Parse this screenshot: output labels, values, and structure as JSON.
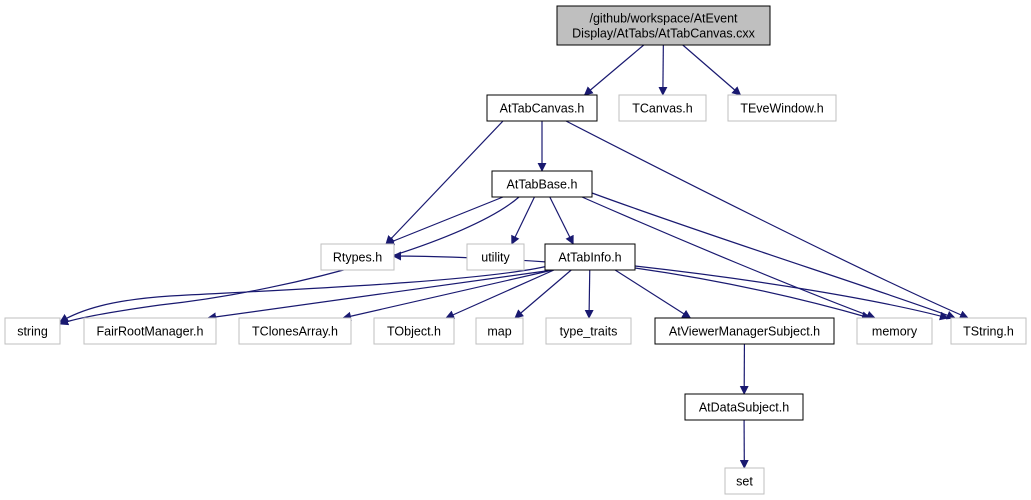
{
  "colors": {
    "edge": "#191970",
    "root_fill": "#bfbfbf",
    "local_border": "#000000",
    "external_border": "#bfbfbf",
    "text": "#000000"
  },
  "nodes": {
    "root": {
      "lines": [
        "/github/workspace/AtEvent",
        "Display/AtTabs/AtTabCanvas.cxx"
      ],
      "kind": "root"
    },
    "attabcanvas_h": {
      "lines": [
        "AtTabCanvas.h"
      ],
      "kind": "local"
    },
    "tcanvas_h": {
      "lines": [
        "TCanvas.h"
      ],
      "kind": "external"
    },
    "tevewindow_h": {
      "lines": [
        "TEveWindow.h"
      ],
      "kind": "external"
    },
    "attabbase_h": {
      "lines": [
        "AtTabBase.h"
      ],
      "kind": "local"
    },
    "rtypes_h": {
      "lines": [
        "Rtypes.h"
      ],
      "kind": "external"
    },
    "utility": {
      "lines": [
        "utility"
      ],
      "kind": "external"
    },
    "attabinfo_h": {
      "lines": [
        "AtTabInfo.h"
      ],
      "kind": "local"
    },
    "string": {
      "lines": [
        "string"
      ],
      "kind": "external"
    },
    "fairrootmanager_h": {
      "lines": [
        "FairRootManager.h"
      ],
      "kind": "external"
    },
    "tclonesarray_h": {
      "lines": [
        "TClonesArray.h"
      ],
      "kind": "external"
    },
    "tobject_h": {
      "lines": [
        "TObject.h"
      ],
      "kind": "external"
    },
    "map": {
      "lines": [
        "map"
      ],
      "kind": "external"
    },
    "type_traits": {
      "lines": [
        "type_traits"
      ],
      "kind": "external"
    },
    "atviewermanagersubject_h": {
      "lines": [
        "AtViewerManagerSubject.h"
      ],
      "kind": "local"
    },
    "memory": {
      "lines": [
        "memory"
      ],
      "kind": "external"
    },
    "tstring_h": {
      "lines": [
        "TString.h"
      ],
      "kind": "external"
    },
    "atdatasubject_h": {
      "lines": [
        "AtDataSubject.h"
      ],
      "kind": "local"
    },
    "set": {
      "lines": [
        "set"
      ],
      "kind": "external"
    }
  },
  "edges": [
    [
      "root",
      "attabcanvas_h"
    ],
    [
      "root",
      "tcanvas_h"
    ],
    [
      "root",
      "tevewindow_h"
    ],
    [
      "attabcanvas_h",
      "attabbase_h"
    ],
    [
      "attabcanvas_h",
      "rtypes_h"
    ],
    [
      "attabcanvas_h",
      "tstring_h"
    ],
    [
      "attabbase_h",
      "rtypes_h"
    ],
    [
      "attabbase_h",
      "utility"
    ],
    [
      "attabbase_h",
      "attabinfo_h"
    ],
    [
      "attabbase_h",
      "string"
    ],
    [
      "attabbase_h",
      "memory"
    ],
    [
      "attabbase_h",
      "tstring_h"
    ],
    [
      "attabinfo_h",
      "rtypes_h"
    ],
    [
      "attabinfo_h",
      "string"
    ],
    [
      "attabinfo_h",
      "fairrootmanager_h"
    ],
    [
      "attabinfo_h",
      "tclonesarray_h"
    ],
    [
      "attabinfo_h",
      "tobject_h"
    ],
    [
      "attabinfo_h",
      "map"
    ],
    [
      "attabinfo_h",
      "type_traits"
    ],
    [
      "attabinfo_h",
      "atviewermanagersubject_h"
    ],
    [
      "attabinfo_h",
      "memory"
    ],
    [
      "attabinfo_h",
      "tstring_h"
    ],
    [
      "atviewermanagersubject_h",
      "atdatasubject_h"
    ],
    [
      "atdatasubject_h",
      "set"
    ]
  ]
}
